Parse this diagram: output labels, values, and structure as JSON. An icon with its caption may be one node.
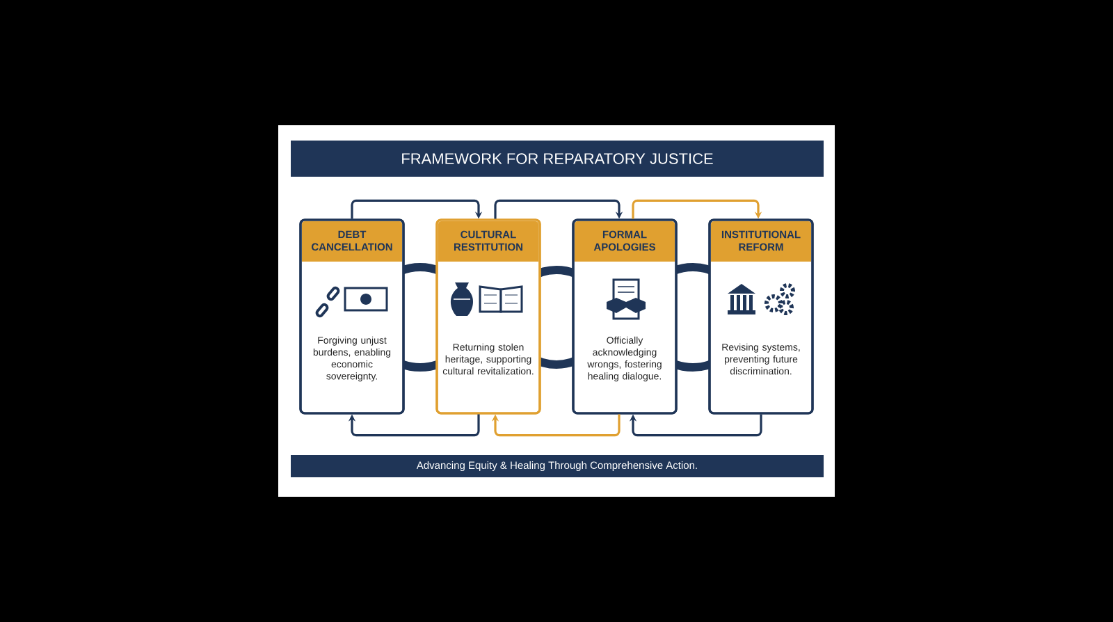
{
  "diagram": {
    "title": "FRAMEWORK FOR REPARATORY JUSTICE",
    "caption": "Advancing Equity & Healing Through Comprehensive Action.",
    "nodes": [
      {
        "text": [
          "DEBT CANCELLATION",
          "Forgiving unjust burdens, enabling economic sovereignty."
        ]
      },
      {
        "text": [
          "CULTURAL RESTITUTION",
          "Returning stolen heritage, supporting cultural revitalization."
        ]
      },
      {
        "text": [
          "FORMAL APOLOGIES",
          "Officially acknowledging wrongs, fostering healing dialogue."
        ]
      },
      {
        "text": [
          "INSTITUTIONAL REFORM",
          "Revising systems, preventing future discrimination."
        ]
      }
    ],
    "edges": [
      {
        "from": 0,
        "to": 1,
        "arrow": "to"
      },
      {
        "from": 1,
        "to": 2,
        "arrow": "to"
      },
      {
        "from": 2,
        "to": 3,
        "arrow": "to",
        "color": "#e0a030"
      },
      {
        "from": 3,
        "to": 2,
        "arrow": "to"
      },
      {
        "from": 2,
        "to": 1,
        "arrow": "to",
        "color": "#e0a030"
      },
      {
        "from": 1,
        "to": 0,
        "arrow": "to"
      }
    ]
  }
}
